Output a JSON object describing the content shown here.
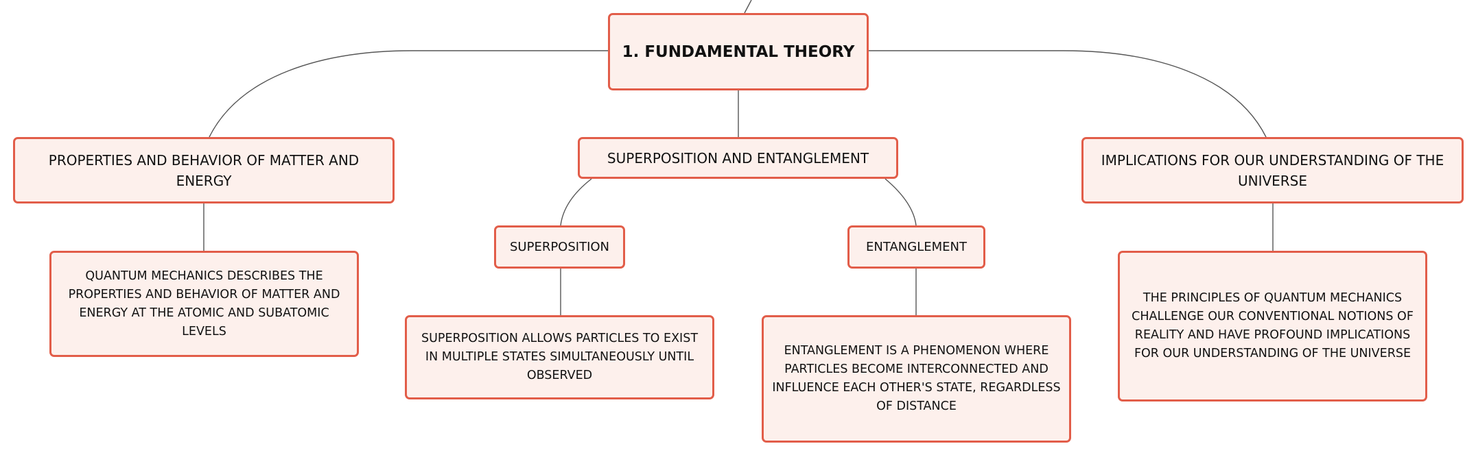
{
  "diagram": {
    "root": {
      "label": "1. FUNDAMENTAL THEORY"
    },
    "branches": [
      {
        "label": "PROPERTIES AND BEHAVIOR OF MATTER AND ENERGY",
        "detail": "QUANTUM MECHANICS DESCRIBES THE PROPERTIES AND BEHAVIOR OF MATTER AND ENERGY AT THE ATOMIC AND SUBATOMIC LEVELS"
      },
      {
        "label": "SUPERPOSITION AND ENTANGLEMENT",
        "children": [
          {
            "label": "SUPERPOSITION",
            "detail": "SUPERPOSITION ALLOWS PARTICLES TO EXIST IN MULTIPLE STATES SIMULTANEOUSLY UNTIL OBSERVED"
          },
          {
            "label": "ENTANGLEMENT",
            "detail": "ENTANGLEMENT IS A PHENOMENON WHERE PARTICLES BECOME INTERCONNECTED AND INFLUENCE EACH OTHER'S STATE, REGARDLESS OF DISTANCE"
          }
        ]
      },
      {
        "label": "IMPLICATIONS FOR OUR UNDERSTANDING OF THE UNIVERSE",
        "detail": "THE PRINCIPLES OF QUANTUM MECHANICS CHALLENGE OUR CONVENTIONAL NOTIONS OF REALITY AND HAVE PROFOUND IMPLICATIONS FOR OUR UNDERSTANDING OF THE UNIVERSE"
      }
    ]
  },
  "colors": {
    "node_fill": "#fdf0ec",
    "node_border": "#e25d49",
    "connector": "#555555"
  }
}
